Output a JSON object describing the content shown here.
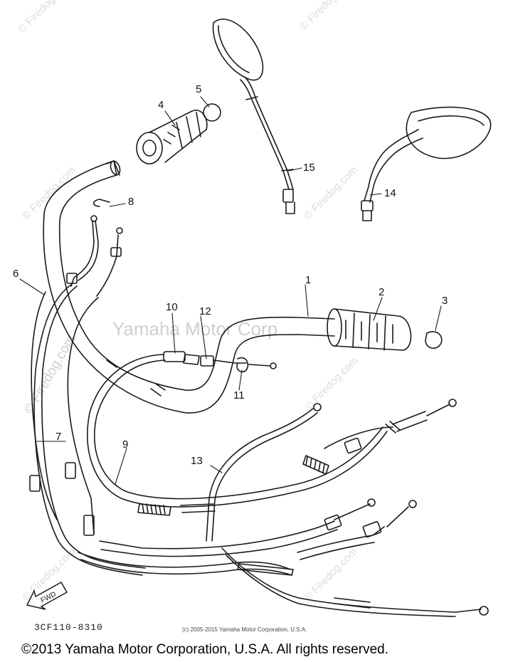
{
  "watermark": {
    "site": "© Firedog.com",
    "center": "Yamaha Motor Corp"
  },
  "callouts": [
    "1",
    "2",
    "3",
    "4",
    "5",
    "6",
    "7",
    "8",
    "9",
    "10",
    "11",
    "12",
    "13",
    "14",
    "15"
  ],
  "figure_code": "3CF110-8310",
  "small_copyright": "(c) 2005-2015 Yamaha Motor Corporation, U.S.A.",
  "footer_copyright": "©2013 Yamaha Motor Corporation, U.S.A. All rights reserved.",
  "fwd_label": "FWD",
  "colors": {
    "line": "#1a1a1a",
    "watermark": "#d0d0d0",
    "background": "#ffffff"
  }
}
